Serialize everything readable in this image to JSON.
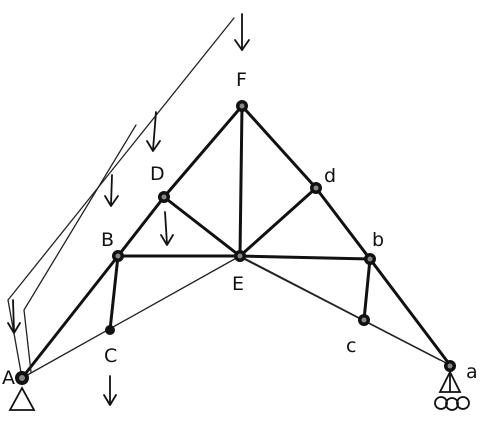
{
  "diagram": {
    "labels": {
      "F": "F",
      "D": "D",
      "d": "d",
      "B": "B",
      "b": "b",
      "E": "E",
      "C": "C",
      "c": "c",
      "A": "A",
      "a": "a"
    },
    "colors": {
      "ink": "#111111",
      "background": "#ffffff"
    },
    "icons": {
      "pin_support": "triangle-pin-support-icon",
      "roller_support": "roller-support-icon",
      "load_arrow": "down-arrow-icon"
    }
  }
}
